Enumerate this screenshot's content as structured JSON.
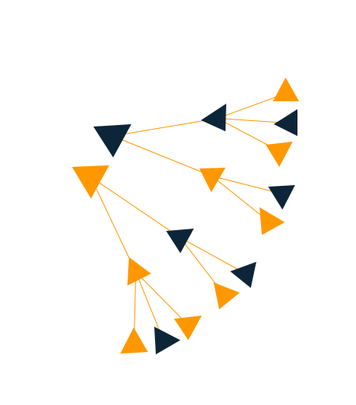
{
  "diagram": {
    "type": "tree",
    "colors": {
      "navy": "#0d2538",
      "orange": "#ff9800",
      "edge": "#ff9800",
      "background": "#ffffff"
    },
    "nodes": [
      {
        "id": "n1",
        "color": "navy"
      },
      {
        "id": "n2",
        "color": "navy"
      },
      {
        "id": "n3",
        "color": "orange"
      },
      {
        "id": "n4",
        "color": "navy"
      },
      {
        "id": "n5",
        "color": "orange"
      },
      {
        "id": "n6",
        "color": "orange"
      },
      {
        "id": "n7",
        "color": "navy"
      },
      {
        "id": "n8",
        "color": "orange"
      },
      {
        "id": "n9",
        "color": "orange"
      },
      {
        "id": "n10",
        "color": "navy"
      },
      {
        "id": "n11",
        "color": "navy"
      },
      {
        "id": "n12",
        "color": "orange"
      },
      {
        "id": "n13",
        "color": "orange"
      },
      {
        "id": "n14",
        "color": "orange"
      },
      {
        "id": "n15",
        "color": "orange"
      },
      {
        "id": "n16",
        "color": "navy"
      }
    ],
    "edges": [
      [
        "n1",
        "n2"
      ],
      [
        "n1",
        "n6"
      ],
      [
        "n2",
        "n3"
      ],
      [
        "n2",
        "n4"
      ],
      [
        "n2",
        "n5"
      ],
      [
        "n6",
        "n7"
      ],
      [
        "n6",
        "n8"
      ],
      [
        "n9",
        "n10"
      ],
      [
        "n9",
        "n13"
      ],
      [
        "n10",
        "n11"
      ],
      [
        "n10",
        "n12"
      ],
      [
        "n13",
        "n14"
      ],
      [
        "n13",
        "n15"
      ],
      [
        "n13",
        "n16"
      ]
    ]
  }
}
